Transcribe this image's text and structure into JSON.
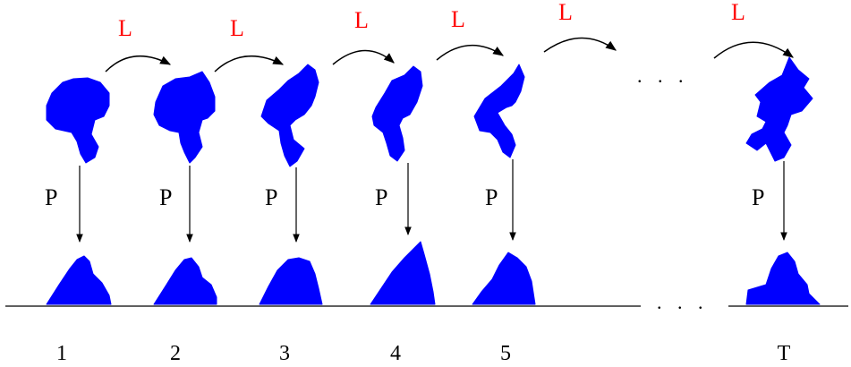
{
  "colors": {
    "shape_fill": "#0000ff",
    "L_label": "#ff0000",
    "line": "#000000"
  },
  "transition_label": "L",
  "projection_label": "P",
  "ellipsis": ". . .",
  "frames": [
    {
      "label": "1"
    },
    {
      "label": "2"
    },
    {
      "label": "3"
    },
    {
      "label": "4"
    },
    {
      "label": "5"
    },
    {
      "label": "T"
    }
  ]
}
